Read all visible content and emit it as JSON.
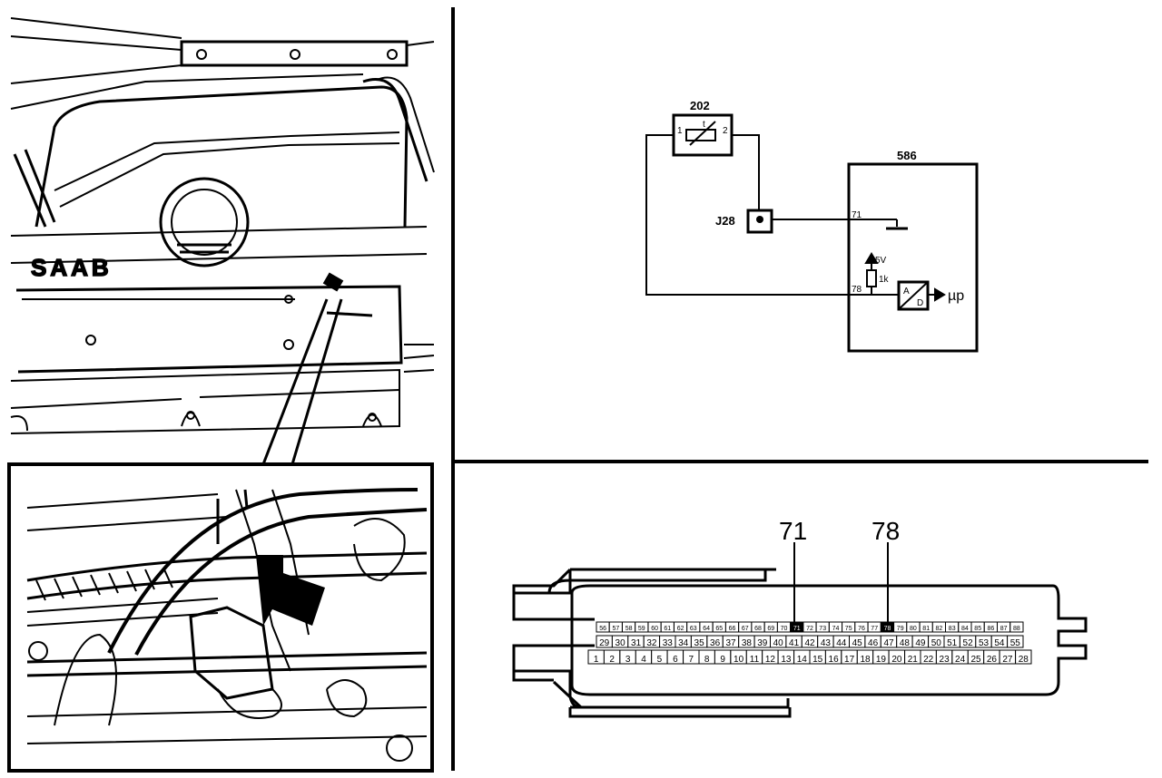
{
  "schematic": {
    "sensor_ref": "202",
    "sensor_pin_left": "1",
    "sensor_pin_right": "2",
    "sensor_symbol_label": "t",
    "connector_ref": "J28",
    "ecu_ref": "586",
    "pin_upper": "71",
    "pin_lower": "78",
    "supply_label": "5V",
    "resistor_label": "1k",
    "adc_label_a": "A",
    "adc_label_d": "D",
    "output_label": "µp"
  },
  "connector": {
    "callout_left": "71",
    "callout_right": "78",
    "highlighted_pins": [
      "71",
      "78"
    ],
    "row_top": [
      "56",
      "57",
      "58",
      "59",
      "60",
      "61",
      "62",
      "63",
      "64",
      "65",
      "66",
      "67",
      "68",
      "69",
      "70",
      "71",
      "72",
      "73",
      "74",
      "75",
      "76",
      "77",
      "78",
      "79",
      "80",
      "81",
      "82",
      "83",
      "84",
      "85",
      "86",
      "87",
      "88"
    ],
    "row_middle": [
      "29",
      "30",
      "31",
      "32",
      "33",
      "34",
      "35",
      "36",
      "37",
      "38",
      "39",
      "40",
      "41",
      "42",
      "43",
      "44",
      "45",
      "46",
      "47",
      "48",
      "49",
      "50",
      "51",
      "52",
      "53",
      "54",
      "55"
    ],
    "row_bottom": [
      "1",
      "2",
      "3",
      "4",
      "5",
      "6",
      "7",
      "8",
      "9",
      "10",
      "11",
      "12",
      "13",
      "14",
      "15",
      "16",
      "17",
      "18",
      "19",
      "20",
      "21",
      "22",
      "23",
      "24",
      "25",
      "26",
      "27",
      "28"
    ]
  },
  "engine_view": {
    "brand_badge": "SAAB"
  }
}
